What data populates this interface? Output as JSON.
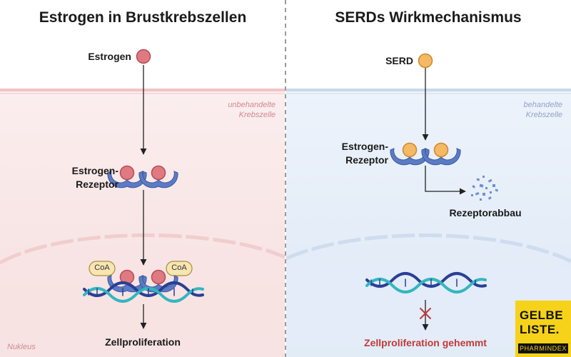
{
  "left_panel": {
    "title": "Estrogen in Brustkrebszellen",
    "ligand_label": "Estrogen",
    "receptor_label_line1": "Estrogen-",
    "receptor_label_line2": "Rezeptor",
    "cell_label_line1": "unbehandelte",
    "cell_label_line2": "Krebszelle",
    "coa_left": "CoA",
    "coa_right": "CoA",
    "outcome_label": "Zellproliferation",
    "nucleus_label": "Nukleus"
  },
  "right_panel": {
    "title": "SERDs Wirkmechanismus",
    "ligand_label": "SERD",
    "receptor_label_line1": "Estrogen-",
    "receptor_label_line2": "Rezeptor",
    "cell_label_line1": "behandelte",
    "cell_label_line2": "Krebszelle",
    "degradation_label": "Rezeptorabbau",
    "outcome_label": "Zellproliferation gehemmt"
  },
  "logo": {
    "line1": "GELBE",
    "line2": "LISTE.",
    "line3": "PHARMINDEX"
  },
  "colors": {
    "left_cell_fill": "#fbecec",
    "right_cell_fill": "#eaf1fa",
    "estrogen": "#e07a82",
    "serd": "#f5b865",
    "receptor": "#5b7bc4",
    "coa_fill": "#f7e5b2",
    "dna_dark": "#2a3f94",
    "dna_teal": "#33b6bf",
    "inhibited_text": "#c23a3a",
    "logo": "#f6d21a"
  }
}
